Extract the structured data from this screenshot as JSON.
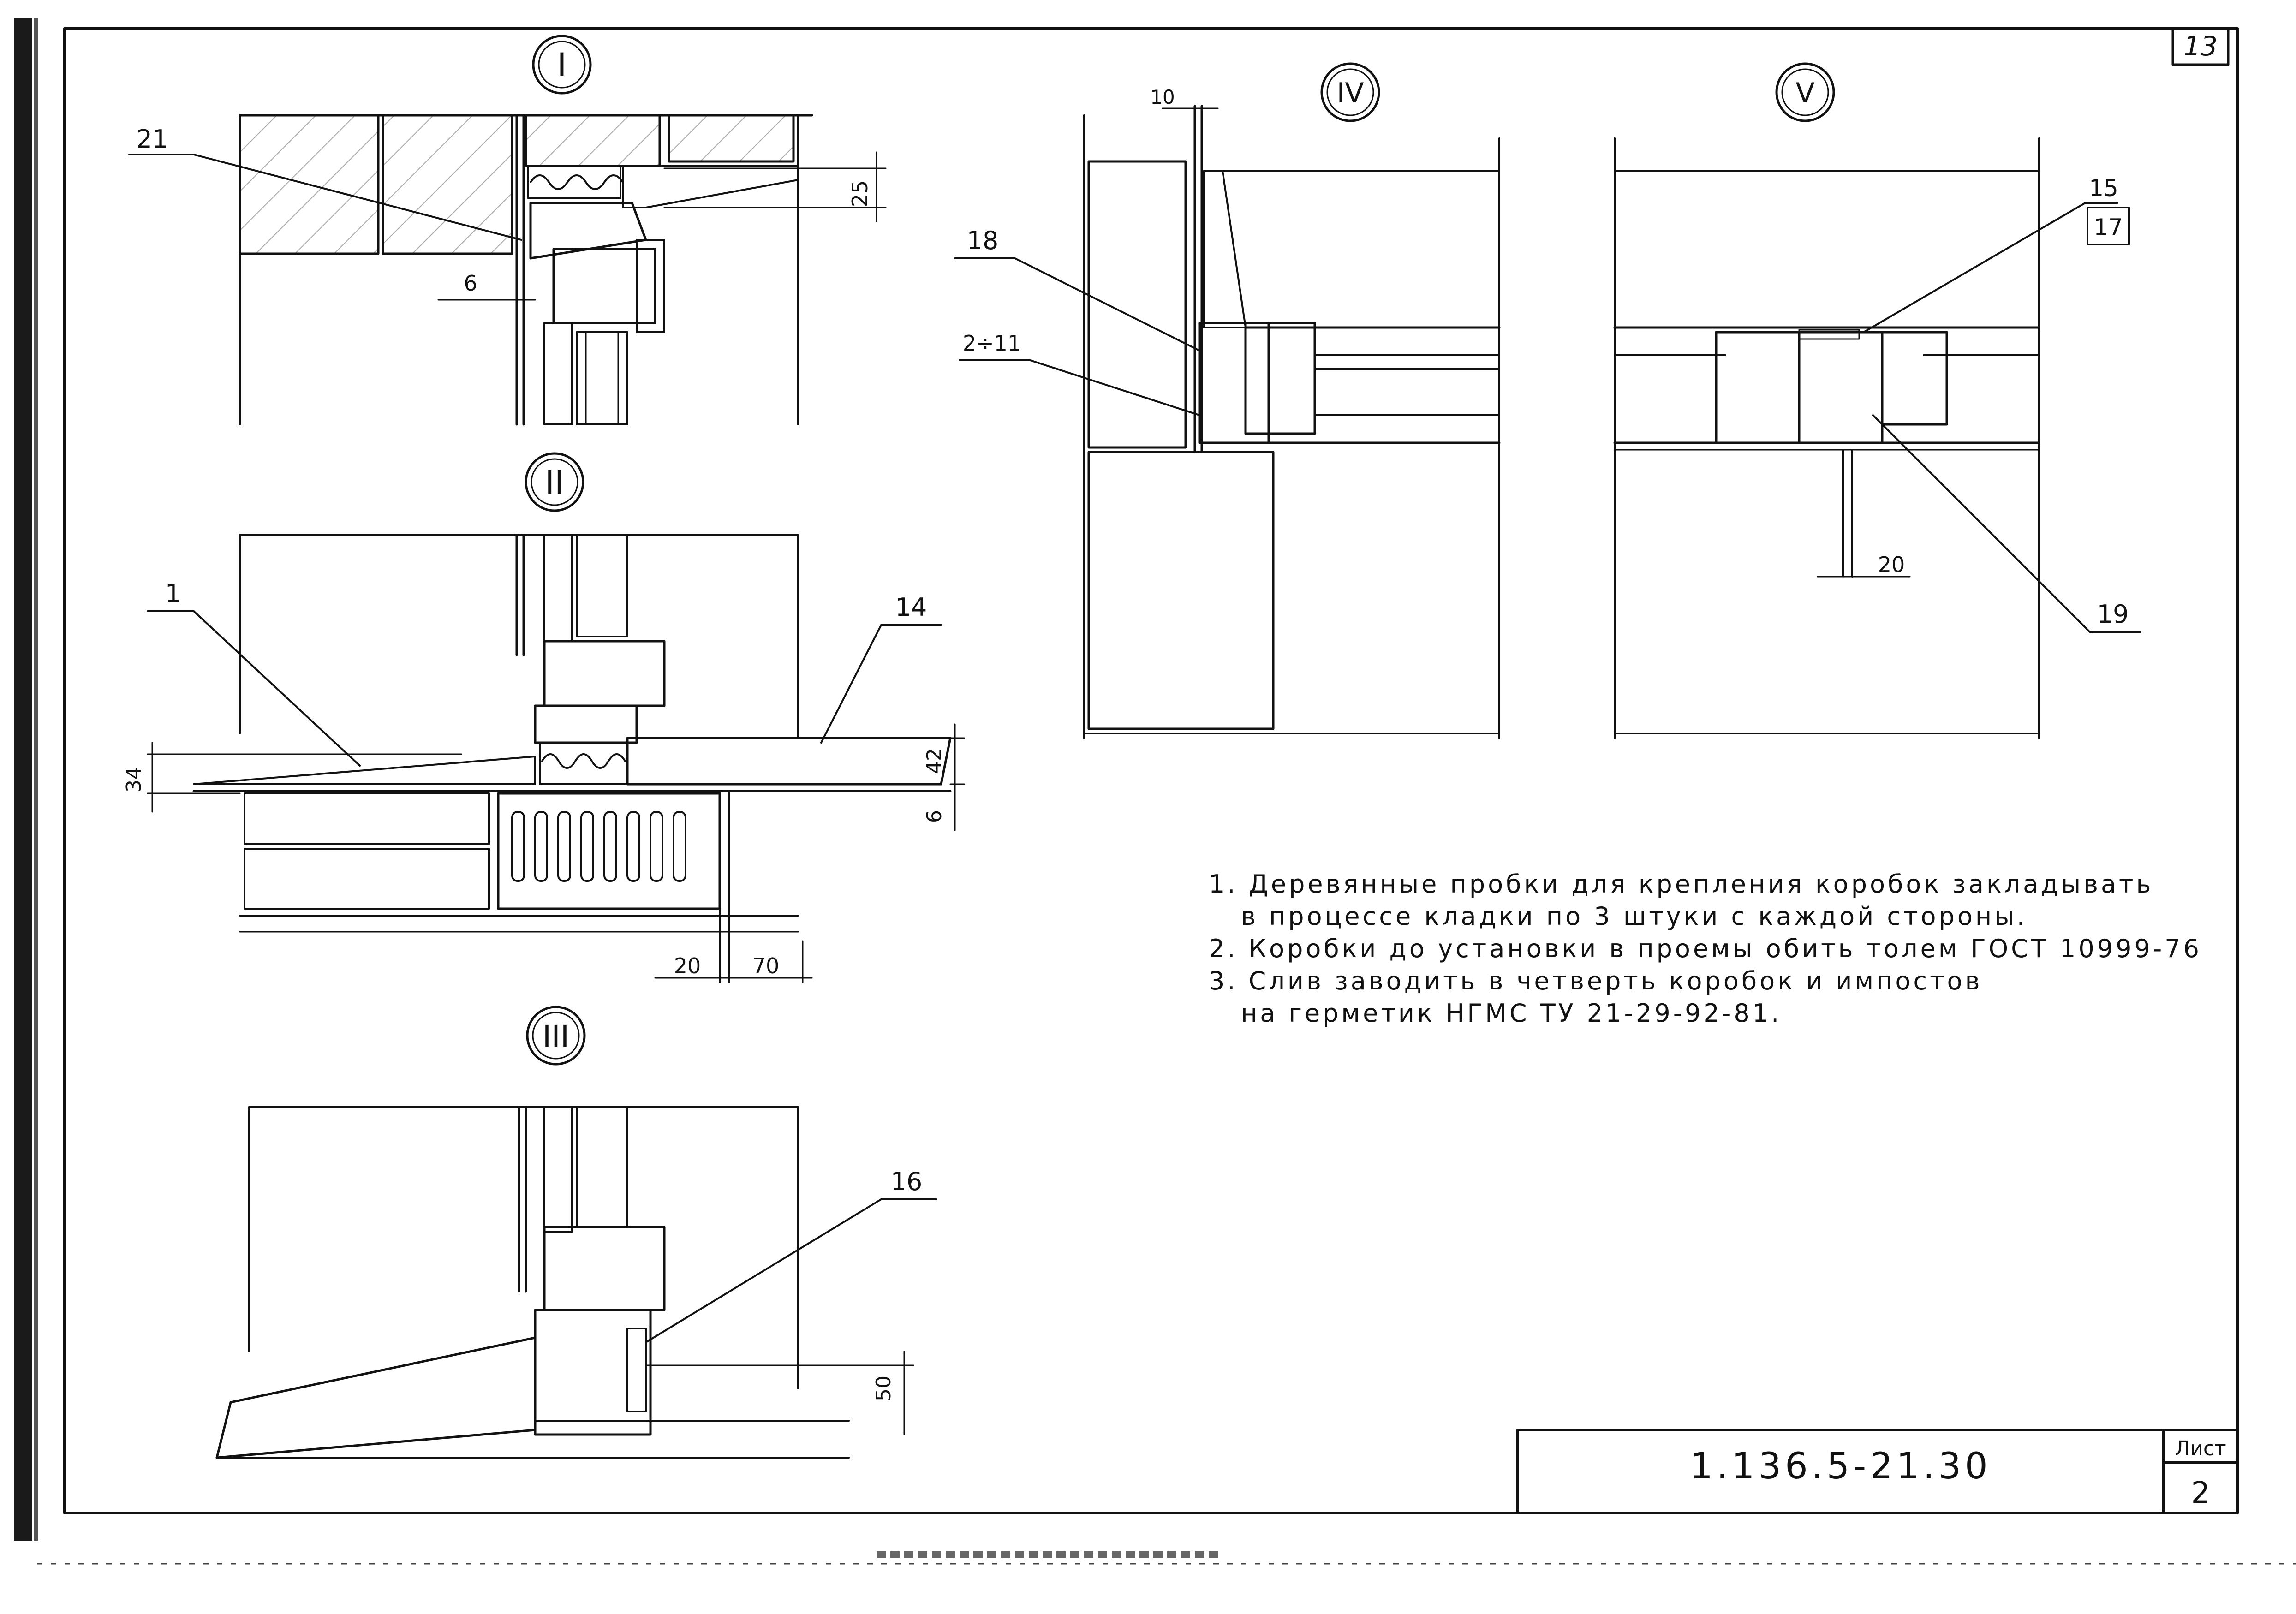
{
  "sheet": {
    "page_number": "13",
    "designation": "1.136.5-21.30",
    "sheet_label": "Лист",
    "sheet_number": "2"
  },
  "sections": {
    "s1": "I",
    "s2": "II",
    "s3": "III",
    "s4": "IV",
    "s5": "V"
  },
  "callouts": {
    "c21": "21",
    "c1": "1",
    "c14": "14",
    "c16": "16",
    "c18": "18",
    "c2_11": "2÷11",
    "c15": "15",
    "c17": "17",
    "c19": "19"
  },
  "dimensions": {
    "d25": "25",
    "d6_top": "6",
    "d34": "34",
    "d42": "42",
    "d6_sill": "6",
    "d20_a": "20",
    "d70": "70",
    "d50": "50",
    "d10": "10",
    "d20_b": "20"
  },
  "notes": {
    "n1_line1": "1. Деревянные пробки для крепления коробок закладывать",
    "n1_line2": "в процессе кладки по 3 штуки с каждой стороны.",
    "n2": "2. Коробки до установки в проемы обить толем ГОСТ 10999-76",
    "n3_line1": "3. Слив заводить в четверть коробок и импостов",
    "n3_line2": "на герметик НГМС ТУ 21-29-92-81."
  }
}
